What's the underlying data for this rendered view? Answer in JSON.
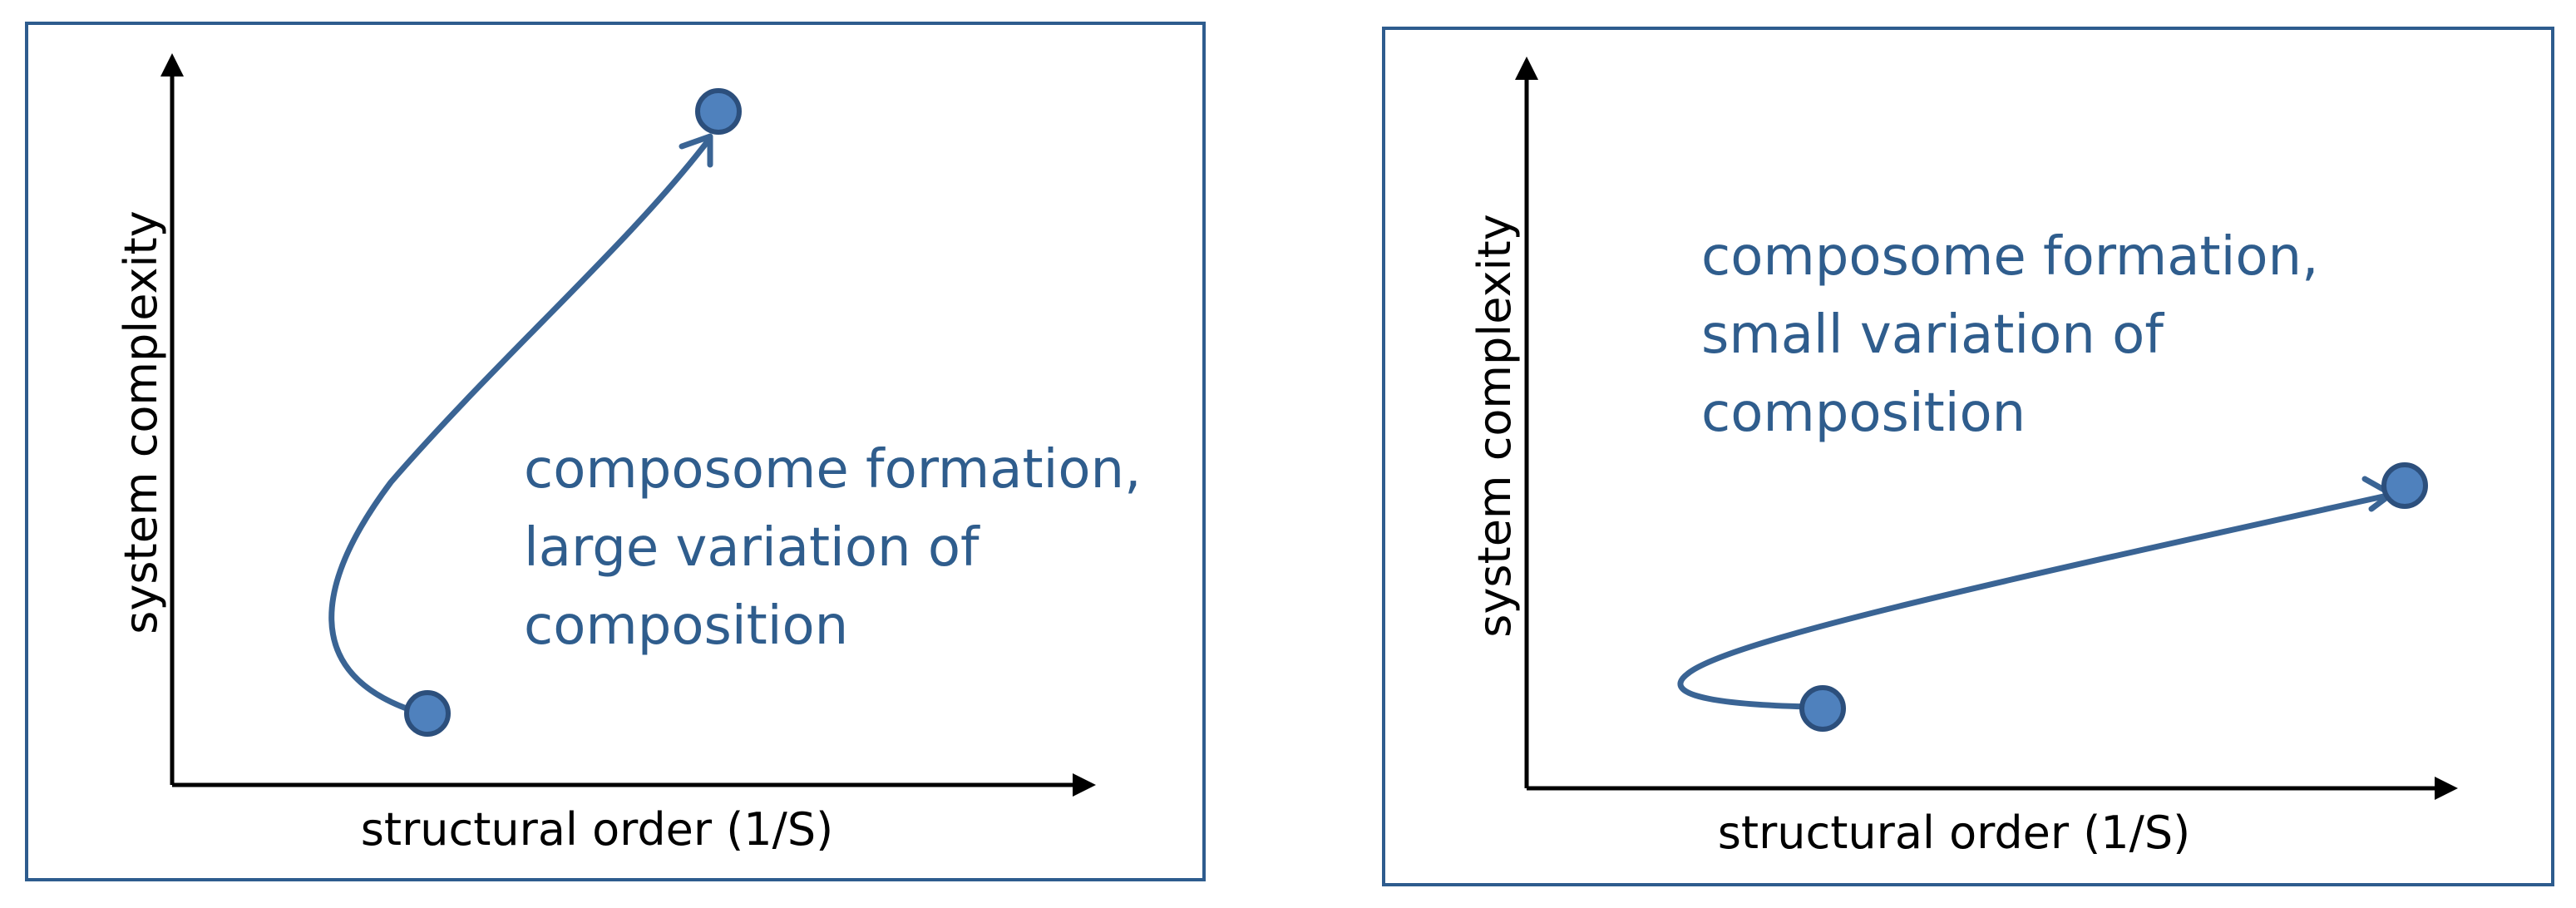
{
  "panels": [
    {
      "y_label": "system complexity",
      "x_label": "structural order (1/S)",
      "caption": [
        "composome formation,",
        "large variation of",
        "composition"
      ]
    },
    {
      "y_label": "system complexity",
      "x_label": "structural order (1/S)",
      "caption": [
        "composome formation,",
        "small variation of",
        "composition"
      ]
    }
  ],
  "colors": {
    "frame": "#2e5c8e",
    "caption_text": "#2f5d8d",
    "trajectory": "#3a6494",
    "dot_fill": "#4f81bd"
  }
}
